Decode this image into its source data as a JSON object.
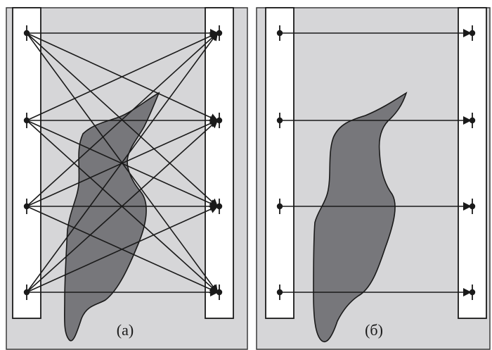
{
  "panels": [
    {
      "id": "a",
      "caption": "(a)",
      "connection": "all-to-all",
      "sensors_per_side": 4
    },
    {
      "id": "b",
      "caption": "(б)",
      "connection": "parallel",
      "sensors_per_side": 4
    }
  ],
  "colors": {
    "panel_background": "#d6d6d8",
    "frame_stroke": "#3a3a3a",
    "rail_fill": "#ffffff",
    "ray": "#1a1a1a",
    "object_fill": "#77777b",
    "object_stroke": "#1a1a1a"
  }
}
